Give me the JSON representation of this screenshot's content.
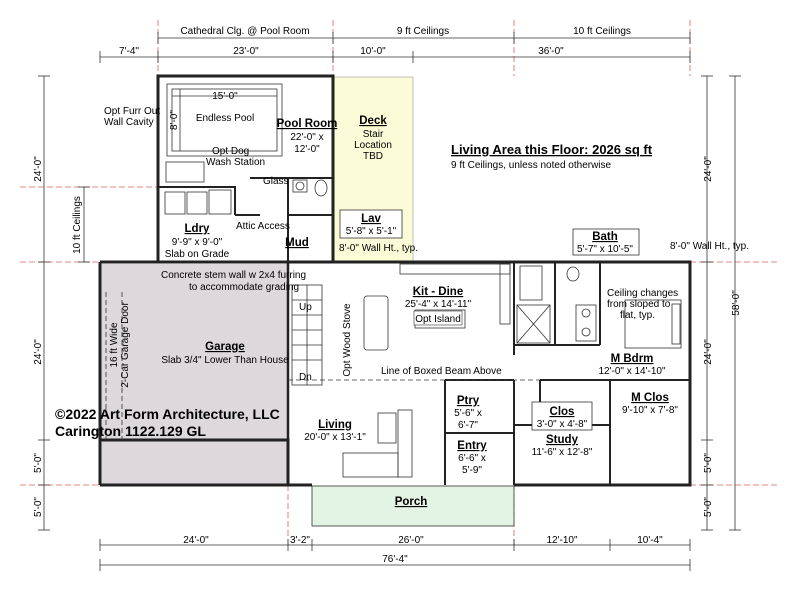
{
  "header": {
    "ceiling_cathedral": "Cathedral Clg. @ Pool Room",
    "ceiling_9": "9 ft Ceilings",
    "ceiling_10": "10 ft Ceilings",
    "ceiling_10_left": "10 ft Ceilings"
  },
  "dims": {
    "top": [
      "7'-4\"",
      "23'-0\"",
      "10'-0\"",
      "36'-0\""
    ],
    "bottom_row1": [
      "24'-0\"",
      "3'-2\"",
      "26'-0\"",
      "12'-10\"",
      "10'-4\""
    ],
    "bottom_total": "76'-4\"",
    "left": [
      "24'-0\"",
      "24'-0\"",
      "5'-0\"",
      "5'-0\""
    ],
    "right_outer": [
      "24'-0\"",
      "58'-0\"",
      "24'-0\"",
      "5'-0\"",
      "5'-0\""
    ],
    "pool_width": "15'-0\"",
    "pool_depth": "8'-0\""
  },
  "rooms": {
    "pool": {
      "name": "Endless Pool"
    },
    "pool_room": {
      "name": "Pool Room",
      "size1": "22'-0\" x",
      "size2": "12'-0\""
    },
    "deck": {
      "name": "Deck",
      "sub1": "Stair",
      "sub2": "Location",
      "sub3": "TBD"
    },
    "ldry": {
      "name": "Ldry",
      "size": "9'-9\" x 9'-0\"",
      "note": "Slab on Grade"
    },
    "mud": {
      "name": "Mud"
    },
    "lav": {
      "name": "Lav",
      "size": "5'-8\" x 5'-1\""
    },
    "bath": {
      "name": "Bath",
      "size": "5'-7\" x 10'-5\""
    },
    "kit": {
      "name": "Kit - Dine",
      "size": "25'-4\" x 14'-11\""
    },
    "garage": {
      "name": "Garage",
      "note": "Slab 3/4\" Lower Than House"
    },
    "mbdrm": {
      "name": "M Bdrm",
      "size": "12'-0\" x 14'-10\""
    },
    "mclos": {
      "name": "M Clos",
      "size": "9'-10\" x 7'-8\""
    },
    "clos": {
      "name": "Clos",
      "size": "3'-0\" x 4'-8\""
    },
    "study": {
      "name": "Study",
      "size": "11'-6\" x 12'-8\""
    },
    "ptry": {
      "name": "Ptry",
      "size1": "5'-6\" x",
      "size2": "6'-7\""
    },
    "living": {
      "name": "Living",
      "size": "20'-0\" x 13'-1\""
    },
    "entry": {
      "name": "Entry",
      "size1": "6'-6\" x",
      "size2": "5'-9\""
    },
    "porch": {
      "name": "Porch"
    }
  },
  "notes": {
    "furr1": "Opt Furr Out",
    "furr2": "Wall Cavity",
    "dog1": "Opt Dog",
    "dog2": "Wash Station",
    "glass": "Glass",
    "attic": "Attic Access",
    "wall_ht_left": "8'-0\" Wall Ht., typ.",
    "wall_ht_right": "8'-0\" Wall Ht., typ.",
    "living_area": "Living Area this Floor: 2026 sq ft",
    "living_area_sub": "9 ft Ceilings, unless noted otherwise",
    "stem1": "Concrete stem wall w 2x4 furring",
    "stem2": "to accommodate grading",
    "island": "Opt Island",
    "stove": "Opt Wood Stove",
    "beam": "Line of Boxed Beam Above",
    "up": "Up",
    "dn": "Dn",
    "garage_door1": "16 ft Wide",
    "garage_door2": "2-Car Garage Door",
    "ceiling1": "Ceiling changes",
    "ceiling2": "from sloped to",
    "ceiling3": "flat, typ."
  },
  "copyright": {
    "line1": "©2022 Art Form Architecture, LLC",
    "line2": "Carington 1122.129 GL"
  },
  "colors": {
    "deck_fill": "#fbfbd8",
    "garage_fill": "#dcd8dc",
    "porch_fill": "#e4f4e4"
  }
}
